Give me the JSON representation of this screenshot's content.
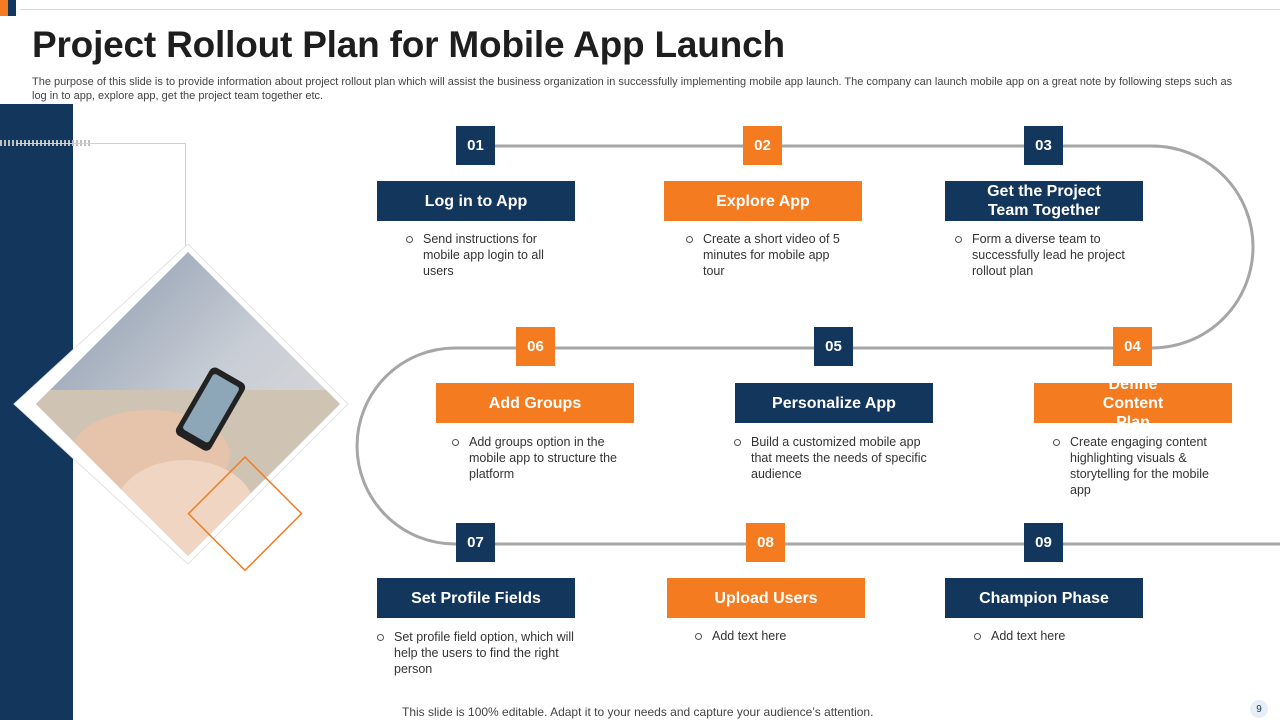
{
  "title": "Project Rollout Plan for Mobile App Launch",
  "subtitle": "The purpose of this slide is to provide information about project rollout plan which will assist the business organization in successfully implementing mobile app launch. The company can launch mobile app on a great note by following steps such as log in to app, explore app, get the project team together etc.",
  "steps": [
    {
      "num": "01",
      "label": "Log in to App",
      "desc": "Send instructions for mobile app login to all users"
    },
    {
      "num": "02",
      "label": "Explore App",
      "desc": "Create a short video of 5 minutes for mobile app tour"
    },
    {
      "num": "03",
      "label": "Get the Project Team Together",
      "desc": "Form a diverse team to successfully lead he project rollout plan"
    },
    {
      "num": "04",
      "label": "Define Content Plan",
      "desc": "Create engaging content highlighting visuals & storytelling for the mobile app"
    },
    {
      "num": "05",
      "label": "Personalize App",
      "desc": "Build a customized mobile app that meets the needs of specific audience"
    },
    {
      "num": "06",
      "label": "Add Groups",
      "desc": "Add groups option in the mobile app to structure the platform"
    },
    {
      "num": "07",
      "label": "Set Profile Fields",
      "desc": "Set profile field option, which will help the users to find the right person"
    },
    {
      "num": "08",
      "label": "Upload Users",
      "desc": "Add text here"
    },
    {
      "num": "09",
      "label": "Champion Phase",
      "desc": "Add text here"
    }
  ],
  "footer": "This slide is 100% editable. Adapt it to your needs and capture your audience’s attention.",
  "page_number": "9",
  "colors": {
    "navy": "#13365c",
    "orange": "#f47b20",
    "track": "#a6a6a6"
  },
  "icons": [
    "hand-holding-phone-photo",
    "bullet-circle-icon"
  ]
}
